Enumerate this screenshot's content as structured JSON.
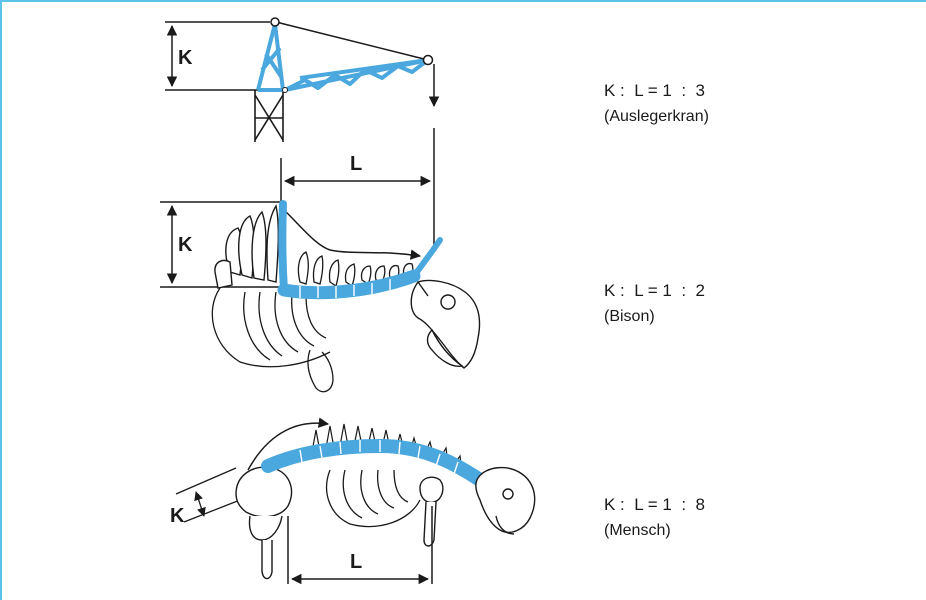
{
  "colors": {
    "accent": "#4aa8de",
    "frame": "#5cc3e8",
    "ink": "#1a1a1a"
  },
  "diagrams": [
    {
      "name": "crane",
      "k_label": "K",
      "l_label": "L",
      "ratio": "K :  L = 1  :  3",
      "caption": "(Auslegerkran)"
    },
    {
      "name": "bison",
      "k_label": "K",
      "l_label": "L",
      "ratio": "K :  L = 1  :  2",
      "caption": "(Bison)"
    },
    {
      "name": "human",
      "k_label": "K",
      "l_label": "L",
      "ratio": "K :  L = 1  :  8",
      "caption": "(Mensch)"
    }
  ]
}
